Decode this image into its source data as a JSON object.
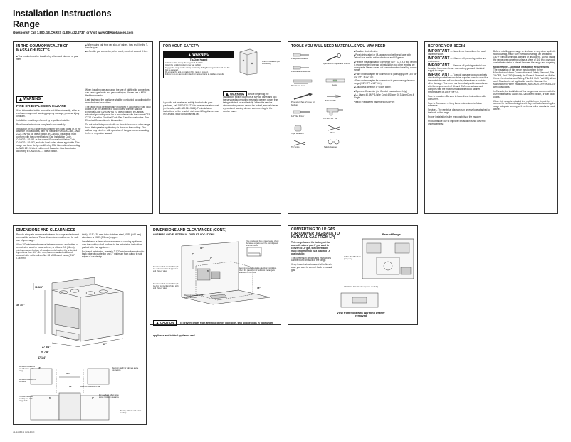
{
  "header": {
    "title_line1": "Installation Instructions",
    "title_line2": "Range",
    "questions": "Questions? Call 1.800.GE.CARES (1.800.432.2737) or Visit www.GEAppliances.com"
  },
  "massachusetts": {
    "title": "IN THE COMMONWEALTH OF MASSACHUSETTS",
    "bullet1": "This product must be installed by a licensed plumber or gas fitter.",
    "bullet2": "When using ball type gas shut-off valves, they shall be the T-handle type.",
    "bullet3": "A flexible gas connector, when used, must not exceed 3 feet."
  },
  "fire_hazard": {
    "warning_label": "WARNING",
    "title": "FIRE OR EXPLOSION HAZARD",
    "p1": "If the information in this manual is not followed exactly, a fire or explosion may result causing property damage, personal injury or death.",
    "p2": "Installation must be performed by a qualified installer.",
    "p3": "Read these instructions completely and carefully.",
    "p4": "Installation of this range must conform with local codes or, in the absence of local codes, with the National Fuel Gas Code, ANSI Z223.1/NFPA 54, latest edition. In Canada, installation must conform with the current Natural Gas Installation Code, CAN/CGA-B149.1 or the current Propane Installation Code, CAN/CGA-B149.2, and with local codes where applicable. This range has been design certified by CSA International according to ANSI Z21.1, latest edition and Canadian Gas Association according to CAN/CGA-1.1 latest edition.",
    "p5": "When installing gas appliance the use of old flexible connectors can cause gas leaks and personal injury. Always use a NEW flexible connector.",
    "p6": "Leak testing of the appliance shall be conducted according to the manufacturer instructions.",
    "p7": "The range must be electrically grounded in accordance with local codes or, in the absence of local codes, with the National Electrical Code (ANSI/NFPA 70, latest edition). In Canada, electrical grounding must be in accordance with the current CSA C22.1 Canadian Electrical Code Part 1 and/or local codes. See Electrical Connections in this section.",
    "p8": "Do not install this product with an air curtain hood or other range hood that operates by blowing air down on the cooktop. This airflow may interfere with operation of the gas burners resulting in fire or explosion hazard."
  },
  "safety": {
    "title": "FOR YOUR SAFETY:",
    "warning_label": "WARNING",
    "tip_over": "Tip-Over Hazard",
    "tip_lines": [
      "A child or adult can tip the range and be killed.",
      "Install the anti-tip bracket to the wall or floor.",
      "Engage the range to the anti-tip bracket by sliding the range back such that the foot is engaged.",
      "Re-engage the anti-tip bracket if the range is moved.",
      "Failure to do so can result in death or serious burns to children or adults."
    ],
    "anti_tip_label": "Anti-Tip Bracket (As Provided)",
    "p1": "If you did not receive an anti-tip bracket with your purchase, call 1.800.626.8774 to receive one at no cost (in Canada, call 1.800.561.3344). For installation instructions of the bracket, visit www.GEAppliances.com (in Canada, www.GEAppliances.ca).",
    "warning2": "WARNING",
    "warning2_text": "Before beginning the installation, switch power off at service panel and lock the service disconnecting means to prevent power from being switched on accidentally. When the service disconnecting means cannot be locked, securely fasten a prominent warning device, such as a tag, to the service panel."
  },
  "tools": {
    "title": "TOOLS YOU WILL NEED MATERIALS YOU MAY NEED",
    "items": [
      "Phillips screwdriver",
      "Flat-blade screwdriver",
      "Open-end or adjustable wrench",
      "Pencil and ruler",
      "Pipe wrenches (2) (one for backup)",
      "Level",
      "5/8\" Drill Bit",
      "1/4\" Nut Driver",
      "Drill with 1/8\" Bit",
      "Tape Measure",
      "Pliers",
      "Tin Snips",
      "Safety Glasses"
    ],
    "materials": [
      "Gas line shut-off valve",
      "Pipe joint sealant or UL-approved pipe thread tape with Teflon* that resists action of natural and LP gases",
      "Flexible metal appliance connector (1/2\" I.D.). A 5 foot length is recommended for ease of installation but other lengths are acceptable. Never use an old connector when installing a new range.",
      "Flare union adapter for connection to gas supply line (3/4\" or 1/2\" NPT x 1/2\" I.D.)",
      "Flare union adapter for connection to pressure regulator on range (1/2\" NPT x 1/2\" I.D.)",
      "Liquid leak detector or soapy water.",
      "Squeeze Connector (for Conduit Installations Only)",
      "UL Listed 40 AMP 3-Wire Cord, 4 Single Oil 3-Wire Cord 4 Single"
    ],
    "footnote": "*Teflon: Registered trademark of DuPont"
  },
  "before": {
    "title": "BEFORE YOU BEGIN",
    "imp1_head": "IMPORTANT",
    "imp1_text": "Save these instructions for local inspector's use.",
    "imp2_head": "IMPORTANT",
    "imp2_text": "Observe all governing codes and ordinances.",
    "imp3_head": "IMPORTANT",
    "imp3_text": "Remove all packing material and literature from oven before connecting gas and electrical supply to range.",
    "imp4_head": "IMPORTANT",
    "imp4_text": "To avoid damage to your cabinets check with your builder or cabinet supplier to make sure that the materials used will not discolor, delaminate or sustain other damage. This oven has been designed in accordance with the requirements of UL and CSA International and complies with the maximum allowable wood cabinet temperatures of 194°F (90°C).",
    "p1": "Note to Installer – Be sure to leave these instructions with consumer.",
    "p2": "Note to Consumer – Keep these instructions for future reference.",
    "p3": "Service – The electrical diagram is in an envelope attached to the back of the range.",
    "p4": "Proper installation is the responsibility of the installer.",
    "p5": "Product failure due to improper installation is not covered under warranty.",
    "c2p1": "Before installing your range on linoleum or any other synthetic floor covering, make sure the floor covering can withstand 180°F without shrinking, warping or discoloring. Do not install the range over carpeting unless a sheet of 1/4\" thick plywood or similar insulator is placed between the range and carpeting.",
    "mobile_title": "Mobile Home - Additional Installation Requirements",
    "c2p2": "The installation of this range must conform to the Manufactured Home Construction and Safety Standard, Title 24 CFR, Part 3280 (formerly the Federal Standard for Mobile Home Construction and Safety, Title 24, HUD Part 280). When such Standard is not applicable, use the Standard for Manufactured Home Installations, ANSI A225.1/NFPA 501A or with local codes.",
    "c2p3": "In Canada, the installation of this range must conform with the current standards CAN/CSA-Z240 latest edition, or with local codes.",
    "c2p4": "When this range is installed in a mobile home it must be secured to the floor during transit. Any method of securing the range adequate as long as it conforms to the standards listed above."
  },
  "dimensions": {
    "title": "DIMENSIONS AND CLEARANCES",
    "p1": "Provide adequate clearances between the range and adjacent combustible surfaces. These dimensions must be met for safe use of your range.",
    "p2": "Allow 30\" minimum clearance between burners and bottom of unprotected wood or metal cabinet; or allow a 24\" (61 cm) minimum when bottom of wood or metal cabinet is protected by not less than 1/4\" (6.4 mm) flame-retardant millboard covered with not less than No. 28 MSG sheet metal (.015\" (.38 mm)",
    "p3": "thick), .015\" (.38 mm) thick stainless steel, .025\" (0.64 mm) aluminum or .020\" (0.5 mm) copper.",
    "p4": "Installation of a listed microwave oven or cooking appliance over the cooktop shall conform to the installation instructions packed with that appliance.",
    "p5": "For island installation, maintain 2-1/2\" minimum from cutout to back edge of countertop and 3\" minimum from cutout to side edges of countertop.",
    "d_height": "36 1/4\"",
    "d_width": "29 7/8\"",
    "d_depth": "27 3/4\"",
    "d_side": "11 3/4\"",
    "d_open": "47 1/4\"",
    "d_cab": "30\"",
    "labels": {
      "min_cab": "Minimum to cabinets on either side of the range",
      "min_clear": "Minimum clearance to cabinets",
      "d13": "13\"",
      "d18": "18\"",
      "d6": "6\"",
      "d0": "0\"",
      "d30": "30\"",
      "cab_depth": "Maximum depth for cabinets above countertops",
      "to_cab": "To cabinets below cooktop and at the range back",
      "to_wall": "To wall, cabinets and below cooktop",
      "overhang": "For overhang, allow range above minimum clearance",
      "min_wall": "Minimum clearance to wall"
    }
  },
  "dims_cont": {
    "title": "DIMENSIONS AND CLEARANCES (CONT.)",
    "subtitle": "GAS PIPE AND ELECTRICAL OUTLET LOCATIONS",
    "area_note": "Recommended area for through-the-wall connection of pipe stub and shut-off valve",
    "pipe_note": "Recommended area for through-the-floor connection of pipe stub and shut-off valve",
    "outlet_note": "Recommended area for electrical outlet",
    "counter_note": "If the countertop has a raised edge, check the raised edge is clear the control panel as shown below",
    "edge_note": "Recommended acceptable electrical installation. Check the placement of outlets to the range is accessible to the floor",
    "d10": "10\"",
    "d7": "7\"",
    "d2": "2\"",
    "d6": "6\"",
    "d36": "36\"",
    "caution_label": "CAUTION",
    "caution_text": "To prevent drafts from affecting burner operation, seal all openings in floor under appliance and behind appliance wall."
  },
  "lp": {
    "title_line1": "CONVERTING TO LP GAS",
    "title_line2": "(OR CONVERTING BACK TO",
    "title_line3": "NATURAL GAS FROM LP)",
    "bold_text": "This range leaves the factory set for use with natural gas. If you want to convert to LP gas, the conversion must be performed by a qualified LP gas installer.",
    "p1": "The conversion orifices and instructions can be found on back of the range.",
    "p2": "Keep these instructions and all orifices in case you want to convert back to natural gas.",
    "rear_title": "Rear of Range",
    "orifice_note": "Orifice Box Brochure (may vary)",
    "holder_note": "LP Orifice Spud Holder (some models)",
    "view_note": "View from front with Warming Drawer removed"
  },
  "footer": "31-11889-1   10-13   GE"
}
